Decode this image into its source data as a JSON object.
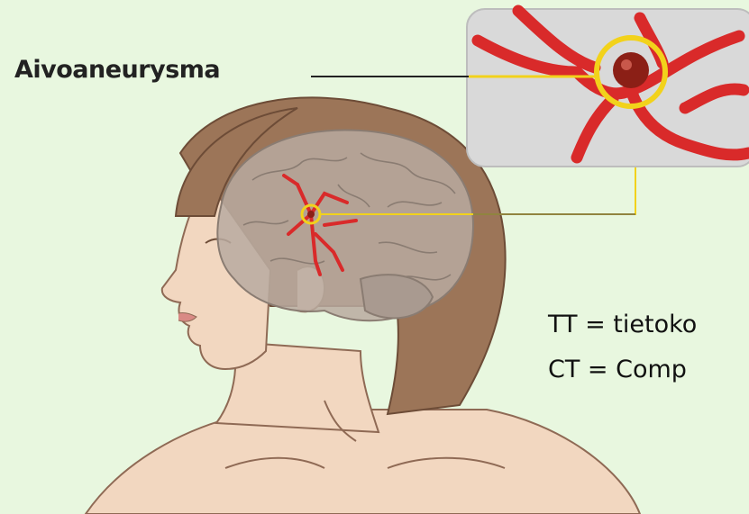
{
  "diagram": {
    "label_aneurysm": "Aivoaneurysma",
    "note_tt": "TT = tietoko",
    "note_ct": "CT = Comp"
  },
  "colors": {
    "background": "#e8f7df",
    "skin": "#f2d7c0",
    "hair": "#9c7558",
    "brain": "#b8aaa0",
    "vessel": "#d92a2a",
    "highlight": "#f2d21b",
    "inset_bg": "#d9d9d9"
  },
  "icons": [
    "brain-illustration",
    "aneurysm-detail-inset"
  ]
}
